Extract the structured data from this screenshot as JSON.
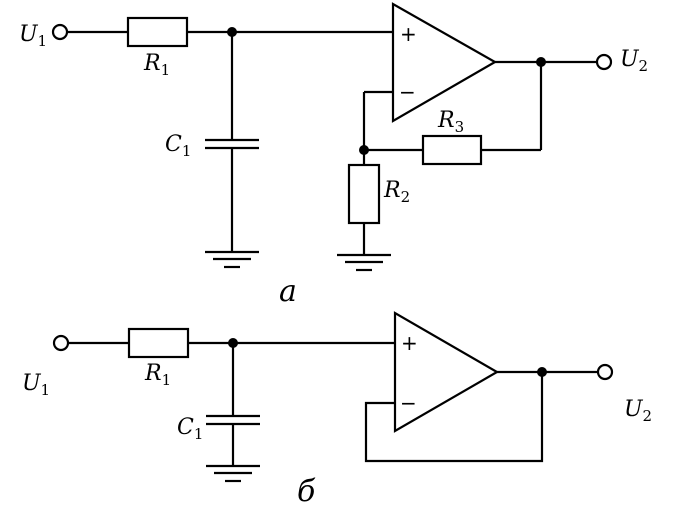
{
  "circuit_a": {
    "input_label": "U",
    "input_sub": "1",
    "output_label": "U",
    "output_sub": "2",
    "r1_label": "R",
    "r1_sub": "1",
    "c1_label": "C",
    "c1_sub": "1",
    "r2_label": "R",
    "r2_sub": "2",
    "r3_label": "R",
    "r3_sub": "3",
    "plus": "+",
    "minus": "−",
    "caption": "а"
  },
  "circuit_b": {
    "input_label": "U",
    "input_sub": "1",
    "output_label": "U",
    "output_sub": "2",
    "r1_label": "R",
    "r1_sub": "1",
    "c1_label": "C",
    "c1_sub": "1",
    "plus": "+",
    "minus": "−",
    "caption": "б"
  }
}
